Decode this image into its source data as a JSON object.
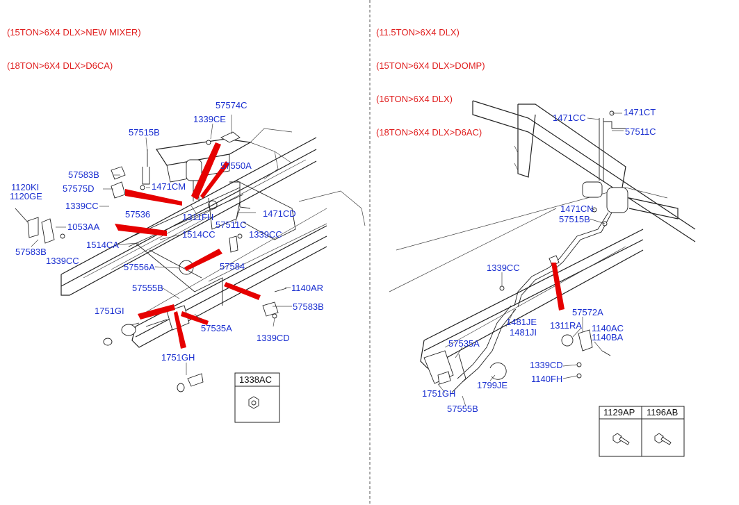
{
  "left_header": [
    "(15TON>6X4 DLX>NEW MIXER)",
    "(18TON>6X4 DLX>D6CA)"
  ],
  "right_header": [
    "(11.5TON>6X4 DLX)",
    "(15TON>6X4 DLX>DOMP)",
    "(16TON>6X4 DLX)",
    "(18TON>6X4 DLX>D6AC)"
  ],
  "left_parts": {
    "p57574C": "57574C",
    "p1339CE": "1339CE",
    "p57515B": "57515B",
    "p57550A": "57550A",
    "p57583B_top": "57583B",
    "p1120KI": "1120KI",
    "p1120GE": "1120GE",
    "p57575D": "57575D",
    "p1471CM": "1471CM",
    "p1339CC_a": "1339CC",
    "p1471CD": "1471CD",
    "p57536": "57536",
    "p1311FH": "1311FH",
    "p57511C": "57511C",
    "p1053AA": "1053AA",
    "p1339CC_b": "1339CC",
    "p1514CC": "1514CC",
    "p57583B_left": "57583B",
    "p1514CA": "1514CA",
    "p1339CC_c": "1339CC",
    "p57556A": "57556A",
    "p57584": "57584",
    "p57555B": "57555B",
    "p1140AR": "1140AR",
    "p57583B_right": "57583B",
    "p1751GI": "1751GI",
    "p57535A": "57535A",
    "p1339CD": "1339CD",
    "p1751GH": "1751GH"
  },
  "left_box_label": "1338AC",
  "right_parts": {
    "p1471CC": "1471CC",
    "p1471CT": "1471CT",
    "p57511C": "57511C",
    "p1471CN": "1471CN",
    "p57515B": "57515B",
    "p1339CC": "1339CC",
    "p57572A": "57572A",
    "p1481JE": "1481JE",
    "p1481JI": "1481JI",
    "p1311RA": "1311RA",
    "p1140AC": "1140AC",
    "p1140BA": "1140BA",
    "p57535A": "57535A",
    "p1339CD": "1339CD",
    "p1140FH": "1140FH",
    "p1751GH": "1751GH",
    "p1799JE": "1799JE",
    "p57555B": "57555B"
  },
  "right_table": {
    "col1": "1129AP",
    "col2": "1196AB"
  },
  "colors": {
    "label": "#1a2fd0",
    "header": "#e01e1e",
    "callout": "#e60000"
  }
}
